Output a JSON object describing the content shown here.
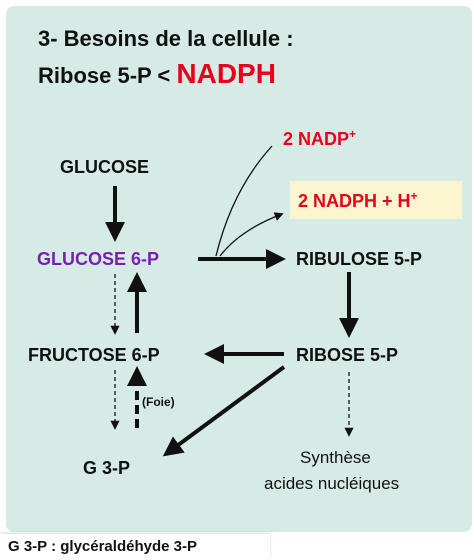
{
  "title": {
    "line1": "3- Besoins de la cellule :",
    "line2_prefix": "Ribose 5-P < ",
    "line2_highlight": "NADPH"
  },
  "nodes": {
    "glucose": "GLUCOSE",
    "glucose6p": "GLUCOSE 6-P",
    "ribulose5p": "RIBULOSE 5-P",
    "fructose6p": "FRUCTOSE 6-P",
    "ribose5p": "RIBOSE 5-P",
    "g3p": "G 3-P"
  },
  "cofactors": {
    "nadp": "2 NADP",
    "nadp_sup": "+",
    "nadph": "2 NADPH + H",
    "nadph_sup": "+"
  },
  "labels": {
    "foie": "(Foie)",
    "synthese_line1": "Synthèse",
    "synthese_line2": "acides nucléiques"
  },
  "footer": "G 3-P : glycéraldéhyde 3-P",
  "colors": {
    "background": "#d6ebe5",
    "accent_red": "#e8001c",
    "glucose6p_purple": "#7a1fb0",
    "nadph_box": "#fbf6cf"
  }
}
